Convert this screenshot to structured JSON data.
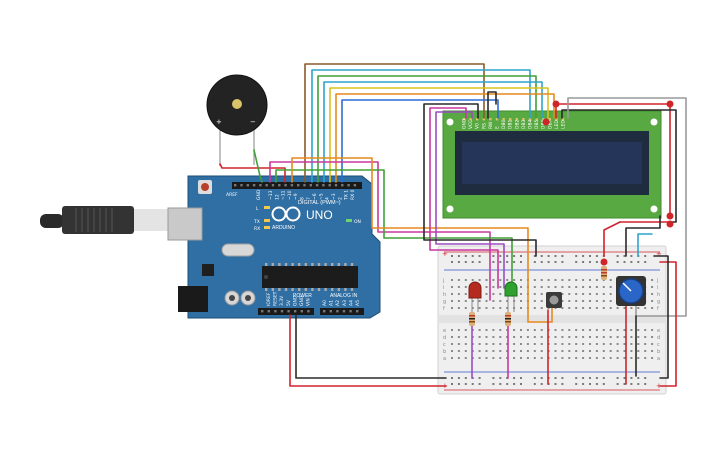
{
  "arduino": {
    "logo": "UNO",
    "brand": "ARDUINO",
    "digital_label": "DIGITAL (PWM~)",
    "power_label": "POWER",
    "analog_label": "ANALOG IN",
    "tx_label": "TX",
    "rx_label": "RX",
    "l_label": "L",
    "on_label": "ON",
    "aref_label": "AREF",
    "gnd_label": "GND",
    "top_pins": [
      "~13",
      "12",
      "~11",
      "~10",
      "~9",
      "8",
      "7",
      "~6",
      "~5",
      "4",
      "~3",
      "2",
      "TX 1",
      "RX 0"
    ],
    "power_pins": [
      "IOREF",
      "RESET",
      "3.3V",
      "5V",
      "GND",
      "GND",
      "VIN"
    ],
    "analog_pins": [
      "A0",
      "A1",
      "A2",
      "A3",
      "A4",
      "A5"
    ]
  },
  "lcd": {
    "pins": [
      "GND",
      "VCC",
      "V0",
      "RS",
      "RW",
      "E",
      "DB0",
      "DB1",
      "DB2",
      "DB3",
      "DB4",
      "DB5",
      "DB6",
      "DB7",
      "LED",
      "LED"
    ]
  },
  "buzzer": {
    "plus": "+",
    "minus": "−"
  },
  "breadboard": {
    "row_labels_top": [
      "j",
      "i",
      "h",
      "g",
      "f"
    ],
    "row_labels_bottom": [
      "e",
      "d",
      "c",
      "b",
      "a"
    ],
    "rail_plus": "+",
    "rail_minus": "−"
  },
  "colors": {
    "arduino_board": "#2f6fa4",
    "arduino_dark": "#1e4e78",
    "lcd_pcb": "#59a943",
    "lcd_screen": "#25355a",
    "breadboard": "#efefef",
    "wire_red": "#d0242b",
    "wire_black": "#2a2a2a",
    "wire_orange": "#e68a1f",
    "wire_yellow": "#d8c21a",
    "wire_green": "#41a037",
    "wire_cyan": "#2ea4cf",
    "wire_blue": "#2d6dd3",
    "wire_purple": "#9b4dc2",
    "wire_magenta": "#c8389f",
    "wire_brown": "#8b5a2b",
    "wire_gray": "#9a9a9a",
    "led_red": "#b52a1e",
    "led_green": "#2fa12f",
    "pot_knob": "#2a66c8"
  }
}
